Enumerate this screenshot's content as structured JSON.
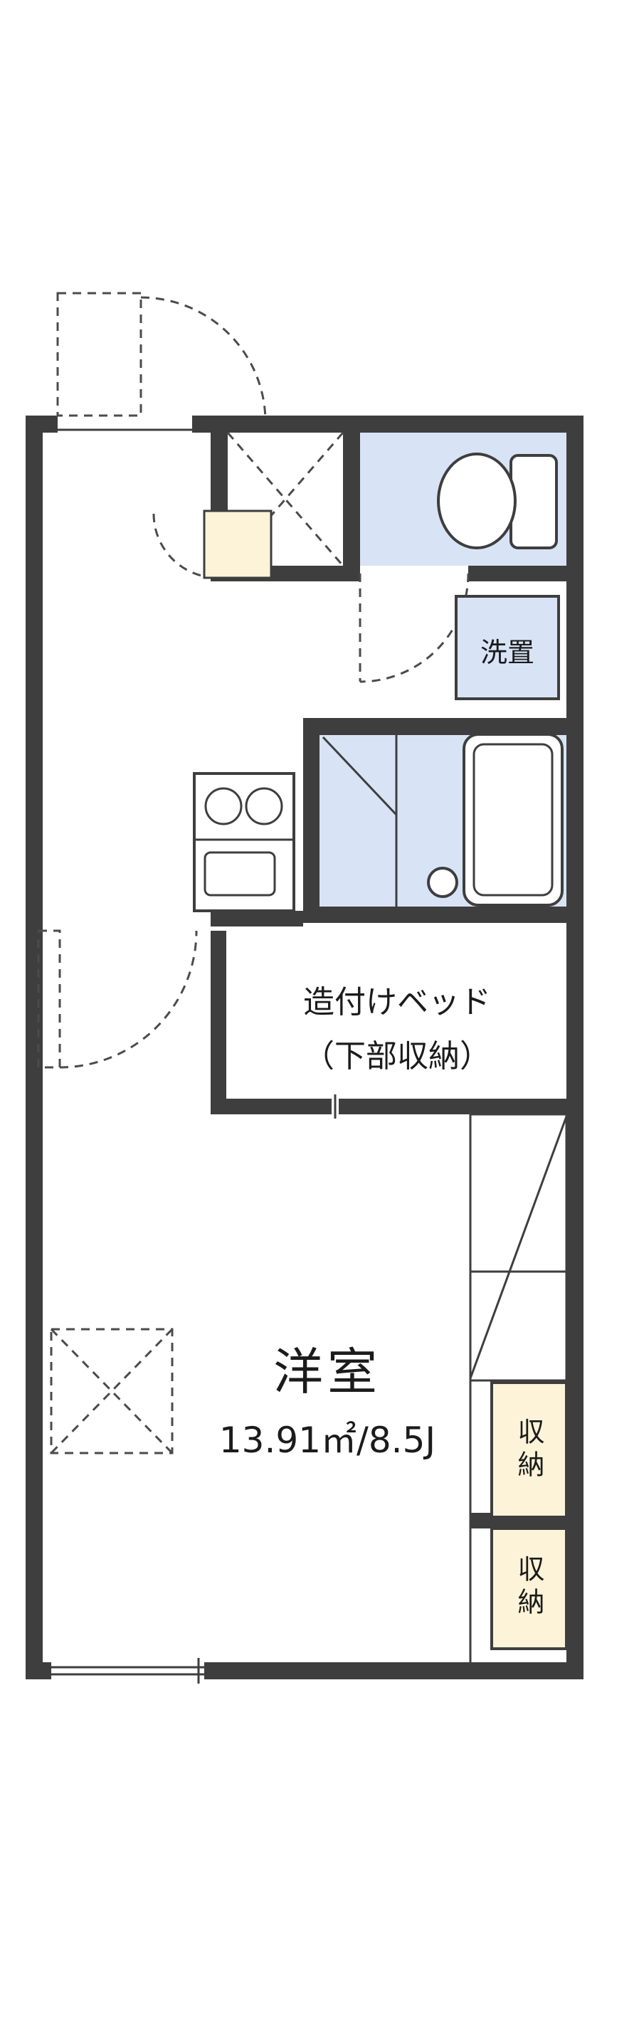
{
  "colors": {
    "wall": "#3e3e3e",
    "wet_area": "#d8e4f6",
    "storage_fill": "#fcf3d8",
    "background": "#ffffff"
  },
  "labels": {
    "washer": "洗置",
    "bed_line1": "造付けベッド",
    "bed_line2": "（下部収納）",
    "room_name": "洋室",
    "room_size": "13.91㎡/8.5J",
    "storage_upper": "収納",
    "storage_lower": "収納"
  }
}
